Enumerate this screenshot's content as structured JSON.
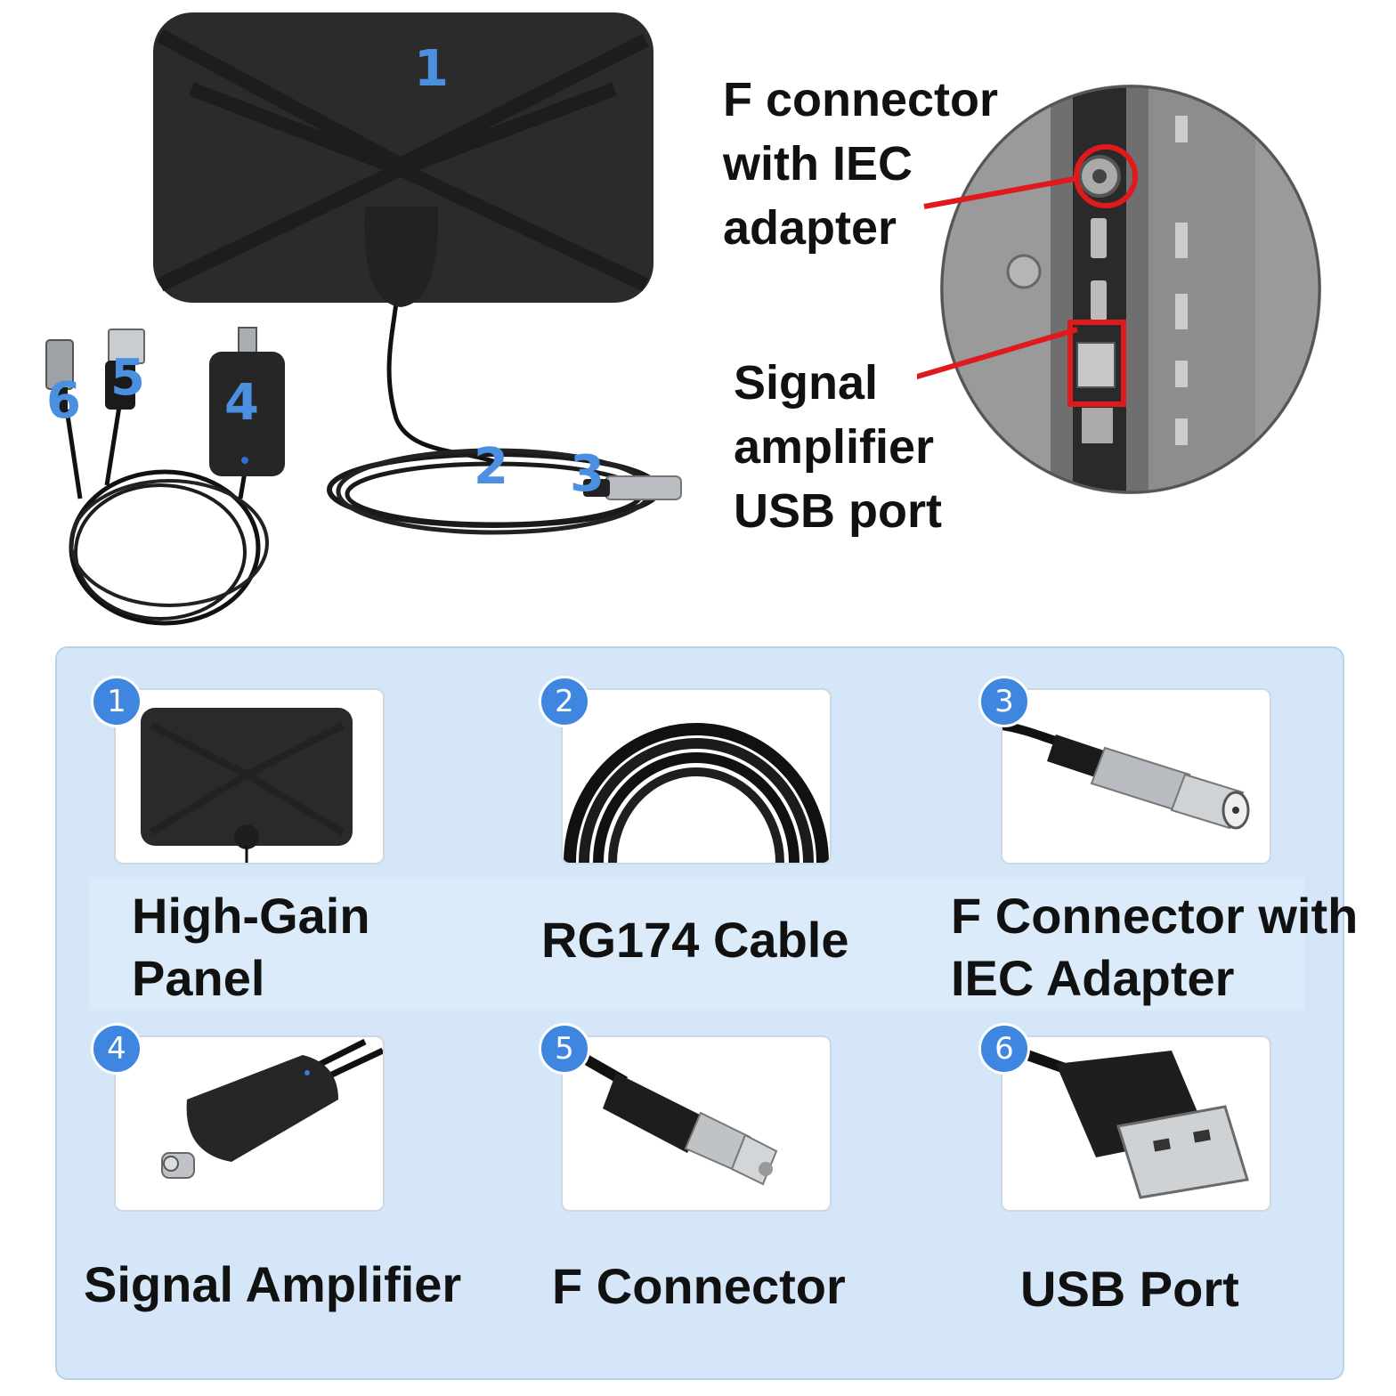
{
  "hero": {
    "number_labels": [
      "1",
      "2",
      "3",
      "4",
      "5",
      "6"
    ],
    "callouts": {
      "f_connector": "F connector\nwith IEC\nadapter",
      "usb_port": "Signal\namplifier\nUSB port"
    },
    "highlight_color": "#e0191c"
  },
  "components": [
    {
      "num": "1",
      "label": "High-Gain\nPanel",
      "icon": "flat-panel-antenna"
    },
    {
      "num": "2",
      "label": "RG174 Cable",
      "icon": "coiled-cable"
    },
    {
      "num": "3",
      "label": "F Connector with\nIEC Adapter",
      "icon": "iec-adapter-connector"
    },
    {
      "num": "4",
      "label": "Signal Amplifier",
      "icon": "signal-amplifier"
    },
    {
      "num": "5",
      "label": "F Connector",
      "icon": "f-connector"
    },
    {
      "num": "6",
      "label": "USB Port",
      "icon": "usb-plug"
    }
  ],
  "colors": {
    "badge": "#3f86e0",
    "panel_bg": "#d4e6f7",
    "number_blue": "#4a8fe0"
  }
}
